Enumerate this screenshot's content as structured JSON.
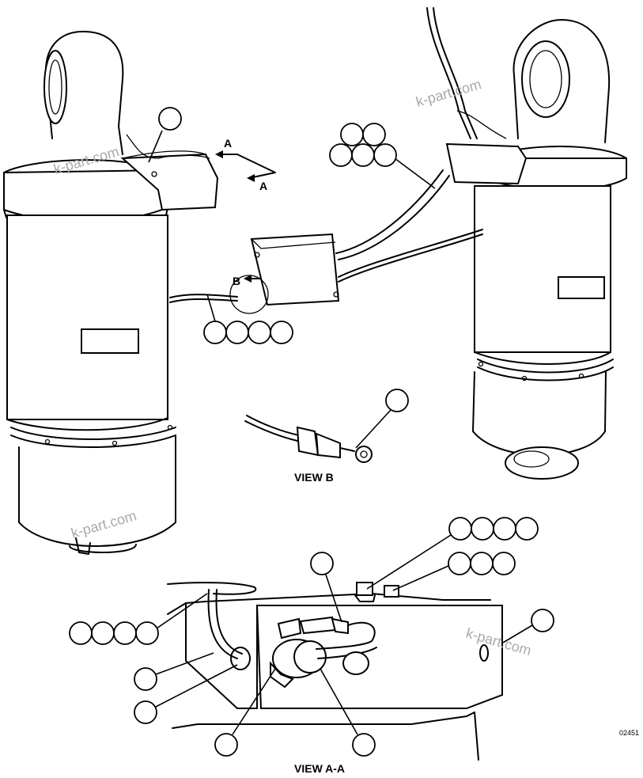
{
  "labels": {
    "view_b": "VIEW B",
    "view_aa": "VIEW A-A",
    "arrow_a_top": "A",
    "arrow_a_bottom": "A",
    "arrow_b": "B"
  },
  "figure_code": "02451",
  "watermark": "k-part.com",
  "callout_groups": [
    {
      "name": "callout-top-left",
      "count": 1
    },
    {
      "name": "callout-top-center-2",
      "count": 2
    },
    {
      "name": "callout-top-center-3",
      "count": 3
    },
    {
      "name": "callout-middle-left-4",
      "count": 4
    },
    {
      "name": "callout-view-b",
      "count": 1
    },
    {
      "name": "callout-aa-top-4",
      "count": 4
    },
    {
      "name": "callout-aa-mid-3",
      "count": 3
    },
    {
      "name": "callout-aa-top-single",
      "count": 1
    },
    {
      "name": "callout-aa-right",
      "count": 1
    },
    {
      "name": "callout-aa-left-4",
      "count": 4
    },
    {
      "name": "callout-aa-left-a",
      "count": 1
    },
    {
      "name": "callout-aa-left-b",
      "count": 1
    },
    {
      "name": "callout-aa-bottom-left",
      "count": 1
    },
    {
      "name": "callout-aa-bottom-right",
      "count": 1
    }
  ]
}
